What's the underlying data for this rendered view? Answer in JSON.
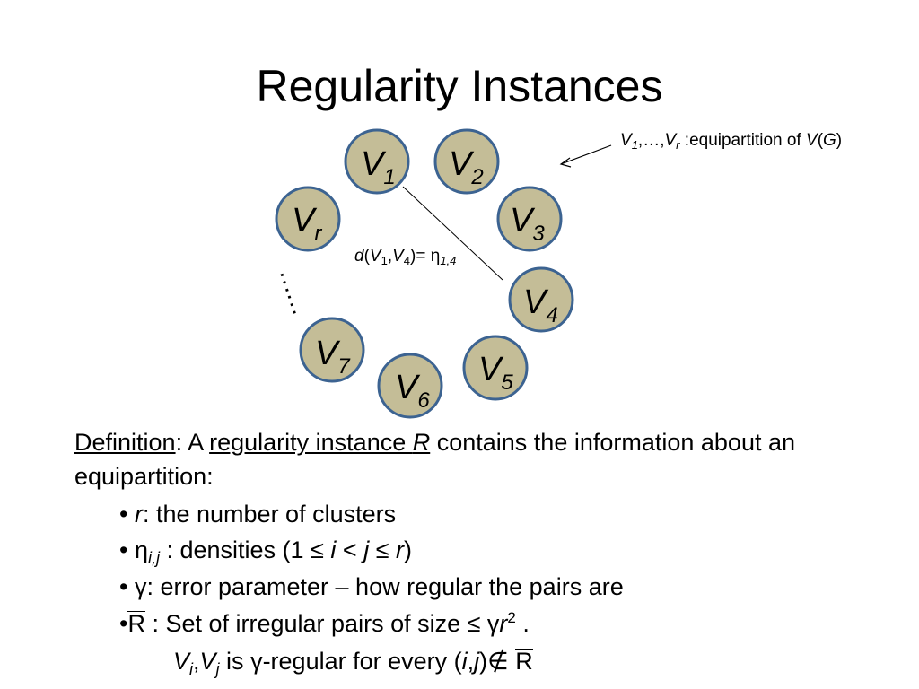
{
  "title": "Regularity Instances",
  "nodes": [
    {
      "id": "v1",
      "base": "V",
      "sub": "1"
    },
    {
      "id": "v2",
      "base": "V",
      "sub": "2"
    },
    {
      "id": "v3",
      "base": "V",
      "sub": "3"
    },
    {
      "id": "v4",
      "base": "V",
      "sub": "4"
    },
    {
      "id": "v5",
      "base": "V",
      "sub": "5"
    },
    {
      "id": "v6",
      "base": "V",
      "sub": "6"
    },
    {
      "id": "v7",
      "base": "V",
      "sub": "7"
    },
    {
      "id": "vr",
      "base": "V",
      "sub": "r"
    }
  ],
  "colors": {
    "node_fill": "#c4bd97",
    "node_stroke": "#3c6391"
  },
  "annotation": {
    "v1": "V",
    "s1": "1",
    "ellipsis": ",…,",
    "vr": "V",
    "sr": "r",
    "text": " :equipartition of ",
    "vg": "V",
    "paren_open": "(",
    "g": "G",
    "paren_close": ")"
  },
  "edge_label": {
    "d": "d",
    "open": "(",
    "v1": "V",
    "s1": "1",
    "comma": ",",
    "v4": "V",
    "s4": "4",
    "close": ")= ",
    "eta": "η",
    "sub": "1,4"
  },
  "ellipsis_dots": "……",
  "definition": {
    "word": "Definition",
    "colon_a": ": A ",
    "term_pre": "regularity instance ",
    "term_r": "R",
    "rest": " contains the information about an equipartition:"
  },
  "bullets": {
    "b1": {
      "mark": "• ",
      "var": "r",
      "text": ": the number of clusters"
    },
    "b2": {
      "mark": "• ",
      "eta": "η",
      "sub": "i,j",
      "text": " : densities  (1 ≤ ",
      "i": "i",
      "lt": " < ",
      "j": "j",
      "le": " ≤ ",
      "r": "r",
      "close": ")"
    },
    "b3": {
      "mark": "• ",
      "gamma": "γ",
      "text": ": error parameter – how regular the pairs are"
    },
    "b4": {
      "mark": "•",
      "rbar": "R",
      "text": " : Set of irregular pairs of size ≤ ",
      "gamma": "γ",
      "r": "r",
      "sup": "2",
      "end": " ."
    },
    "b5": {
      "vi": "V",
      "si": "i",
      "comma": ",",
      "vj": "V",
      "sj": "j",
      "is": " is ",
      "gamma": "γ",
      "text": "-regular for every (",
      "i": "i",
      "c2": ",",
      "j": "j",
      "close": ")",
      "notin": "∉",
      "rbar": "R"
    }
  }
}
